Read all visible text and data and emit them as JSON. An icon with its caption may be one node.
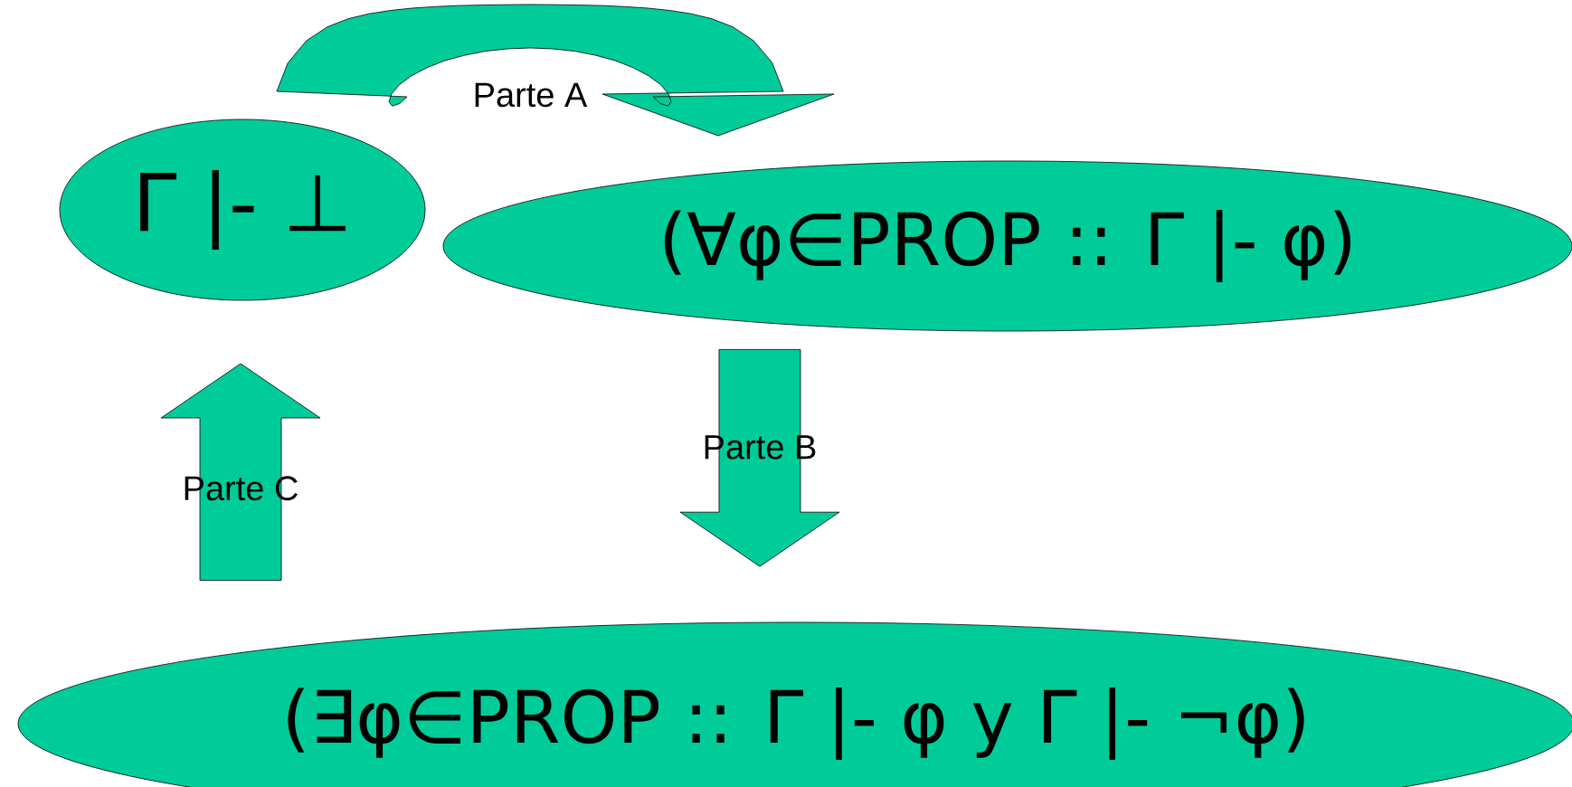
{
  "diagram": {
    "nodes": [
      {
        "text": [
          "Γ |- ⊥"
        ]
      },
      {
        "text": [
          "(∀φ∈PROP :: Γ |- φ)"
        ]
      },
      {
        "text": [
          "(∃φ∈PROP :: Γ |- φ y Γ |- ¬φ)"
        ]
      }
    ],
    "edges": [
      {
        "from": 0,
        "to": 1,
        "arrow": "to",
        "label": "Parte A"
      },
      {
        "from": 1,
        "to": 2,
        "arrow": "to",
        "label": "Parte B"
      },
      {
        "from": 2,
        "to": 0,
        "arrow": "to",
        "label": "Parte C"
      }
    ]
  }
}
